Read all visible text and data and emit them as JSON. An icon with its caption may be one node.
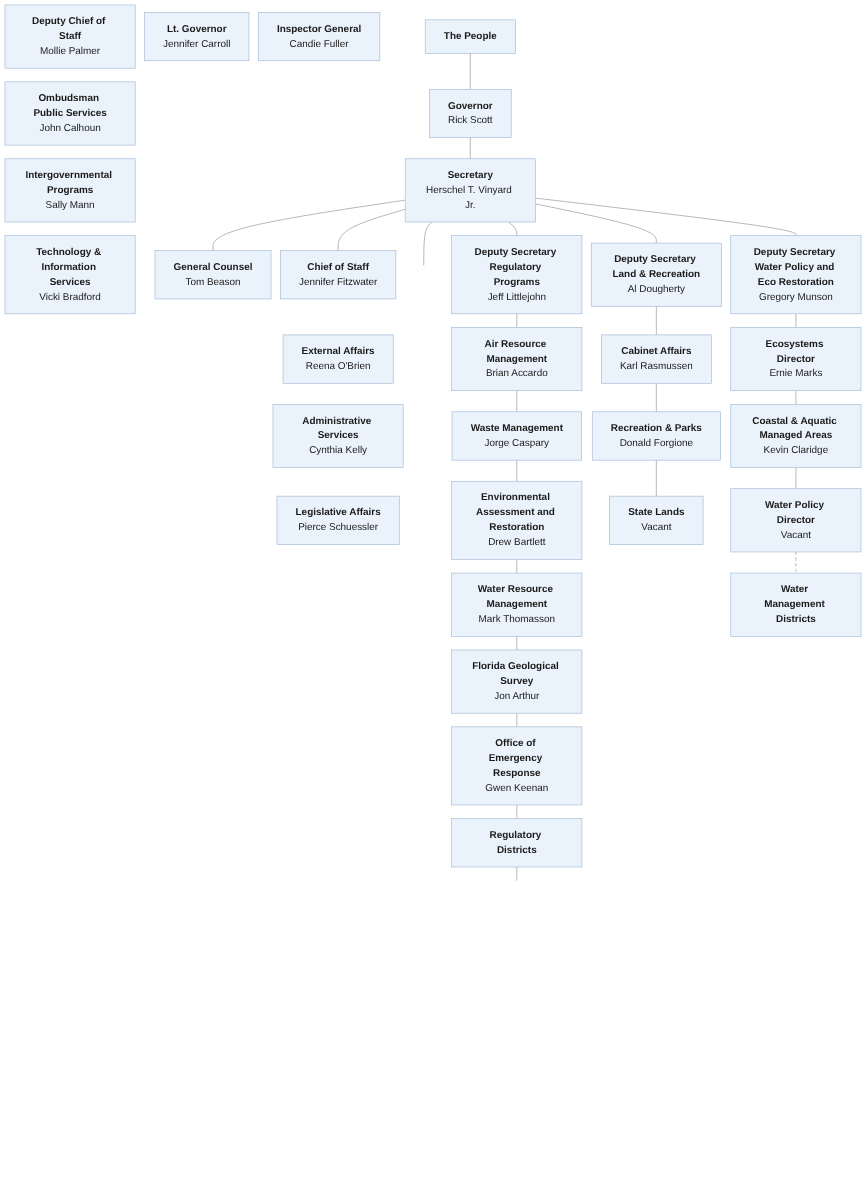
{
  "diagram": {
    "nodes": [
      {
        "text": [
          "The People"
        ]
      },
      {
        "text": [
          "Governor",
          "Rick Scott"
        ]
      },
      {
        "text": [
          "Lt. Governor",
          "Jennifer Carroll"
        ]
      },
      {
        "text": [
          "Inspector General",
          "Candie Fuller"
        ]
      },
      {
        "text": [
          "Secretary",
          "Herschel T. Vinyard Jr."
        ]
      },
      {
        "text": [
          "General Counsel",
          "Tom Beason"
        ]
      },
      {
        "text": [
          "Chief of Staff",
          "Jennifer Fitzwater"
        ]
      },
      {
        "text": [
          "Deputy Chief of Staff",
          "Mollie Palmer"
        ]
      },
      {
        "text": [
          "External Affairs",
          "Reena O'Brien"
        ]
      },
      {
        "text": [
          "Ombudsman Public Services",
          "John Calhoun"
        ]
      },
      {
        "text": [
          "Administrative Services",
          "Cynthia Kelly"
        ]
      },
      {
        "text": [
          "Intergovernmental Programs",
          "Sally Mann"
        ]
      },
      {
        "text": [
          "Legislative Affairs",
          "Pierce Schuessler"
        ]
      },
      {
        "text": [
          "Technology & Information Services",
          "Vicki Bradford"
        ]
      },
      {
        "text": [
          "Deputy Secretary Regulatory Programs",
          "Jeff Littlejohn"
        ]
      },
      {
        "text": [
          "Deputy Secretary Land & Recreation",
          "Al Dougherty"
        ]
      },
      {
        "text": [
          "Deputy Secretary Water Policy and Eco Restoration",
          "Gregory Munson"
        ]
      },
      {
        "text": [
          "Air Resource Management",
          "Brian Accardo"
        ]
      },
      {
        "text": [
          "Cabinet Affairs",
          "Karl Rasmussen"
        ]
      },
      {
        "text": [
          "Ecosystems Director",
          "Ernie Marks"
        ]
      },
      {
        "text": [
          "Waste Management",
          "Jorge Caspary"
        ]
      },
      {
        "text": [
          "Recreation & Parks",
          "Donald Forgione"
        ]
      },
      {
        "text": [
          "Coastal & Aquatic Managed Areas",
          "Kevin Claridge"
        ]
      },
      {
        "text": [
          "Environmental Assessment and Restoration",
          "Drew Bartlett"
        ]
      },
      {
        "text": [
          "State Lands",
          "Vacant"
        ]
      },
      {
        "text": [
          "Water Policy Director",
          "Vacant"
        ]
      },
      {
        "text": [
          "Water Resource Management",
          "Mark Thomasson"
        ]
      },
      {
        "text": [
          "Florida Geological Survey",
          "Jon Arthur"
        ]
      },
      {
        "text": [
          "Water Management Districts"
        ]
      },
      {
        "text": [
          "Office of Emergency Response",
          "Gwen Keenan"
        ]
      },
      {
        "text": [
          "Regulatory Districts"
        ]
      }
    ],
    "edges": [
      {
        "from": 0,
        "to": 1,
        "arrow": "none"
      },
      {
        "from": 1,
        "to": 4,
        "arrow": "none"
      },
      {
        "from": 4,
        "to": 5,
        "arrow": "none"
      },
      {
        "from": 4,
        "to": 6,
        "arrow": "none"
      },
      {
        "from": 4,
        "to": null,
        "arrow": "none"
      },
      {
        "from": 4,
        "to": 14,
        "arrow": "none"
      },
      {
        "from": 4,
        "to": 15,
        "arrow": "none"
      },
      {
        "from": 4,
        "to": 16,
        "arrow": "none"
      },
      {
        "from": 14,
        "to": 17,
        "arrow": "none"
      },
      {
        "from": 17,
        "to": 20,
        "arrow": "none"
      },
      {
        "from": 20,
        "to": 23,
        "arrow": "none"
      },
      {
        "from": 23,
        "to": 26,
        "arrow": "none"
      },
      {
        "from": 26,
        "to": 27,
        "arrow": "none"
      },
      {
        "from": 27,
        "to": 29,
        "arrow": "none"
      },
      {
        "from": 29,
        "to": 30,
        "arrow": "none"
      },
      {
        "from": 30,
        "to": null,
        "arrow": "none"
      },
      {
        "from": 15,
        "to": 18,
        "arrow": "none"
      },
      {
        "from": 18,
        "to": 21,
        "arrow": "none"
      },
      {
        "from": 21,
        "to": 24,
        "arrow": "none"
      },
      {
        "from": 16,
        "to": 19,
        "arrow": "none"
      },
      {
        "from": 19,
        "to": 22,
        "arrow": "none"
      },
      {
        "from": 22,
        "to": 25,
        "arrow": "none"
      },
      {
        "from": 25,
        "to": 28,
        "arrow": "none",
        "style": "dashed"
      }
    ]
  }
}
